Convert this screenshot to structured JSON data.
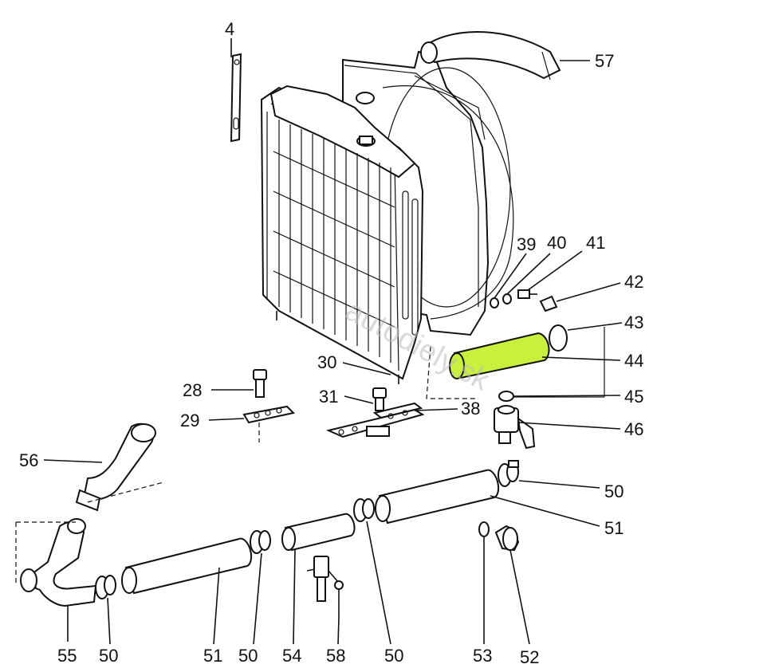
{
  "colors": {
    "highlight": "#c8f03c",
    "ink": "#111111",
    "background": "#ffffff"
  },
  "highlighted_part": "44",
  "watermark": "autodiely.sk",
  "labels": {
    "p4": "4",
    "p57": "57",
    "p39": "39",
    "p40": "40",
    "p41": "41",
    "p42": "42",
    "p43": "43",
    "p44": "44",
    "p45": "45",
    "p46": "46",
    "p30": "30",
    "p28": "28",
    "p31": "31",
    "p38": "38",
    "p29": "29",
    "p56": "56",
    "p50a": "50",
    "p51a": "51",
    "p55": "55",
    "p50b": "50",
    "p51b": "51",
    "p50c": "50",
    "p54": "54",
    "p58": "58",
    "p50d": "50",
    "p53": "53",
    "p52": "52"
  }
}
